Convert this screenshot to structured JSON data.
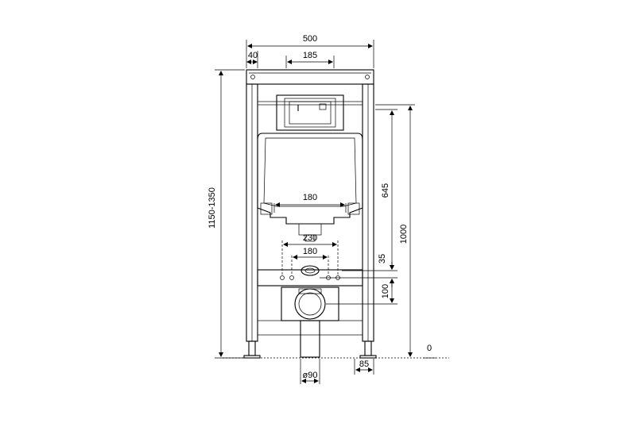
{
  "dimensions": {
    "overall_width": "500",
    "side_offset": "40",
    "flush_plate_width": "185",
    "overall_height": "1150-1350",
    "flush_height": "645",
    "frame_height": "1000",
    "floor_level": "0",
    "inner_support_width": "180",
    "bolt_outer_width": "230",
    "bolt_inner_width": "180",
    "inlet_offset": "35",
    "outlet_height": "100",
    "drain_diameter": "ø90",
    "foot_width": "85"
  }
}
